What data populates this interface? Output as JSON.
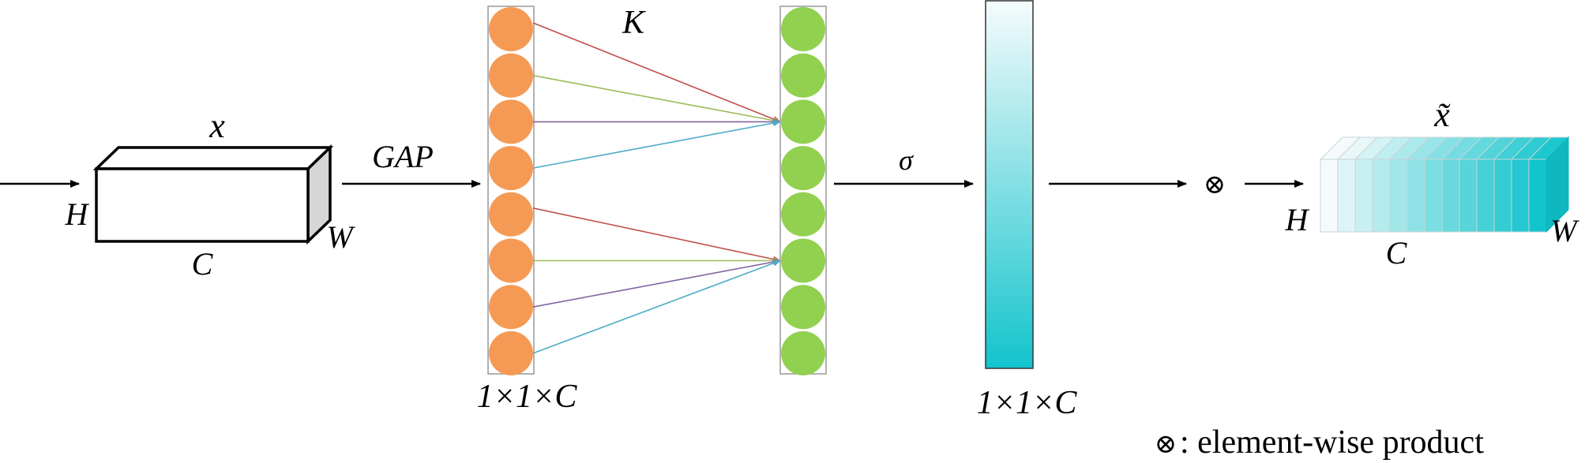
{
  "input": {
    "top_label": "x",
    "height_label": "H",
    "channel_label": "C",
    "width_label": "W"
  },
  "gap_label": "GAP",
  "conv_kernel_label": "K",
  "pooled_vector": {
    "node_count": 8,
    "color": "#f59a55",
    "size_label": "1×1×C"
  },
  "conv_output": {
    "node_count": 8,
    "color": "#92d050"
  },
  "connection_colors": [
    "#c0504d",
    "#9bbb59",
    "#8064a2",
    "#4bacc6"
  ],
  "sigma_label": "σ",
  "attention_vector": {
    "size_label": "1×1×C",
    "gradient_top": "#f5fbfc",
    "gradient_bottom": "#12c4cc"
  },
  "multiply_symbol": "⊗",
  "output": {
    "top_label": "x̃",
    "height_label": "H",
    "channel_label": "C",
    "width_label": "W",
    "slice_count": 13
  },
  "legend": {
    "symbol": "⊗",
    "text": ": element-wise product"
  }
}
